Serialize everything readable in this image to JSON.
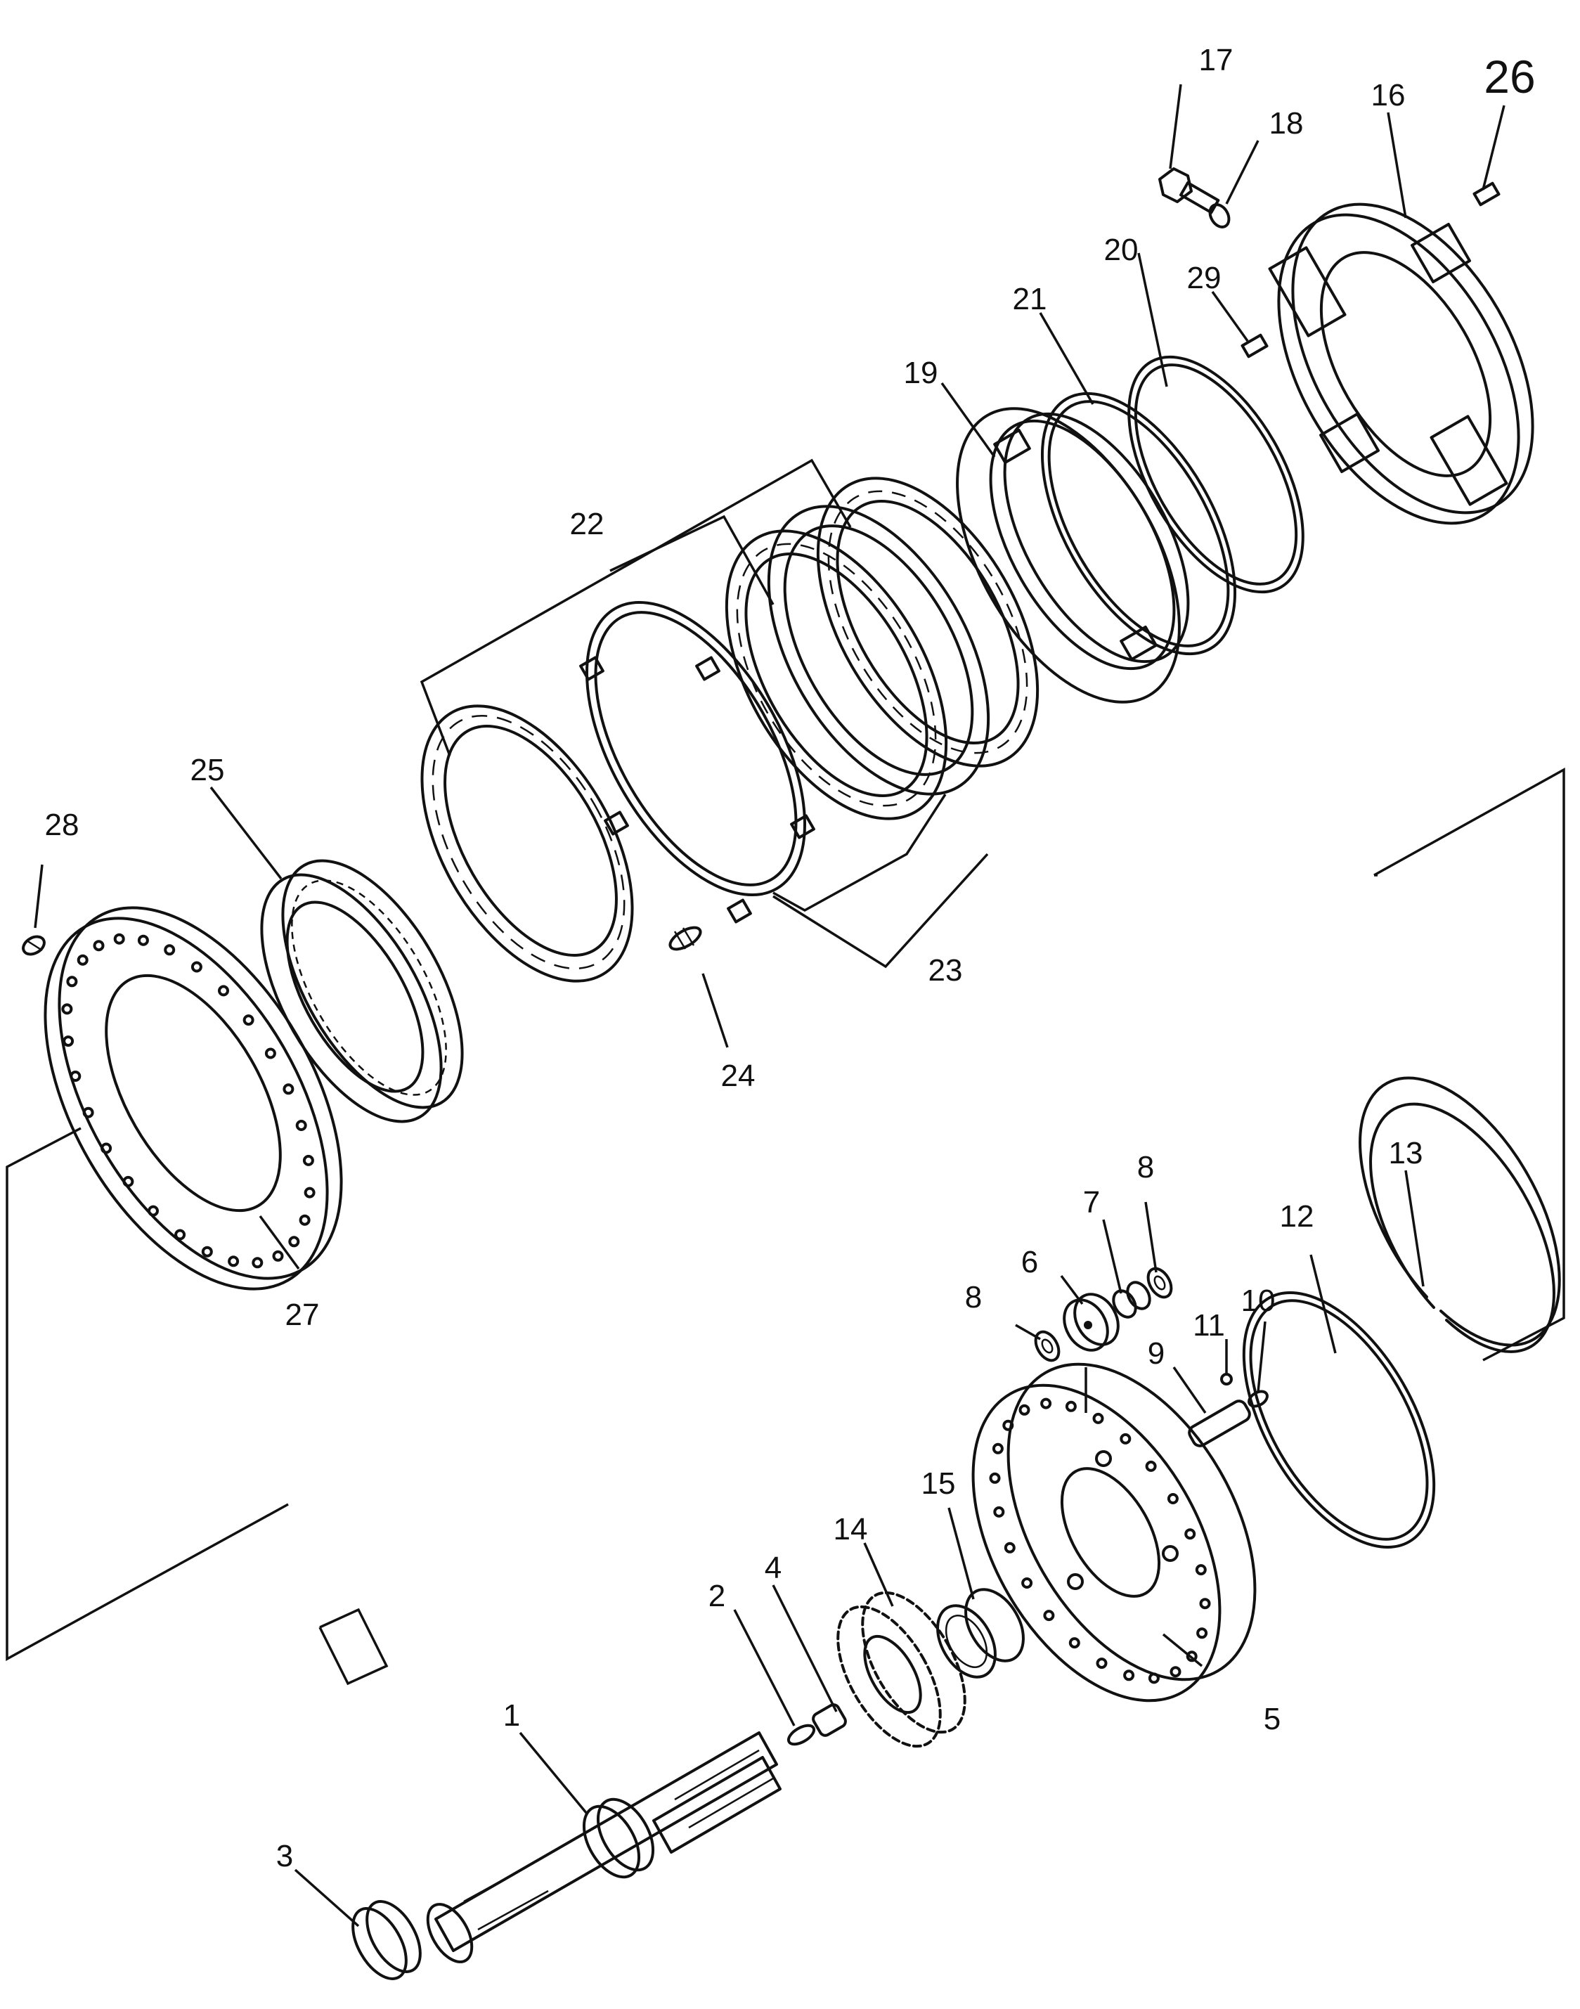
{
  "diagram": {
    "labels": {
      "l1": "1",
      "l2": "2",
      "l3": "3",
      "l4": "4",
      "l5": "5",
      "l6": "6",
      "l7": "7",
      "l8a": "8",
      "l8b": "8",
      "l9": "9",
      "l10": "10",
      "l11": "11",
      "l12": "12",
      "l13": "13",
      "l14": "14",
      "l15": "15",
      "l16": "16",
      "l17": "17",
      "l18": "18",
      "l19": "19",
      "l20": "20",
      "l21": "21",
      "l22": "22",
      "l23": "23",
      "l24": "24",
      "l25": "25",
      "l26": "26",
      "l27": "27",
      "l28": "28",
      "l29": "29"
    }
  }
}
